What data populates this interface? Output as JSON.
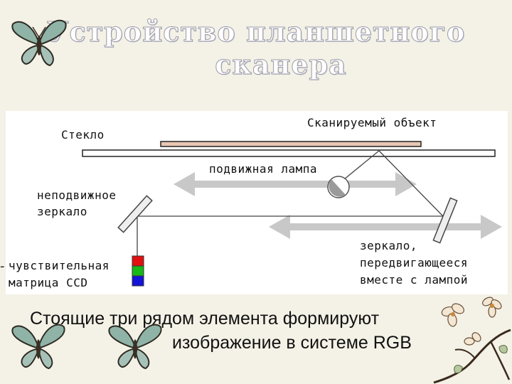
{
  "slide": {
    "title_line1": "Устройство планшетного",
    "title_line2": "сканера"
  },
  "diagram": {
    "labels": {
      "scanned_object": "Сканируемый объект",
      "glass": "Стекло",
      "moving_lamp": "подвижная лампа",
      "fixed_mirror_line1": "неподвижное",
      "fixed_mirror_line2": "зеркало",
      "ccd_line1": "чувствительная",
      "ccd_line2": "матрица CCD",
      "moving_mirror_line1": "зеркало,",
      "moving_mirror_line2": "передвигающееся",
      "moving_mirror_line3": "вместе с лампой"
    },
    "colors": {
      "object_bar": "#e8c6b4",
      "arrow_gray": "#c8c8c8",
      "ccd_red": "#e21010",
      "ccd_green": "#18b818",
      "ccd_blue": "#1414d8"
    }
  },
  "caption": {
    "line1": "Стоящие три рядом элемента формируют",
    "line2": "изображение в системе RGB"
  },
  "decor": {
    "icons": [
      "butterfly-icon",
      "butterfly-icon",
      "butterfly-icon",
      "flower-branch-icon"
    ]
  }
}
